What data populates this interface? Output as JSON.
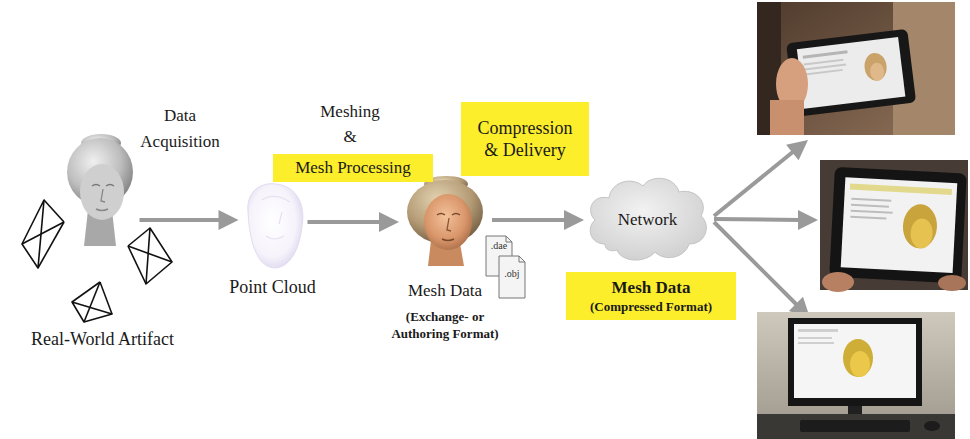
{
  "diagram": {
    "nodes": [
      {
        "text": [
          "Real-World Artifact"
        ]
      },
      {
        "text": [
          "Point Cloud"
        ]
      },
      {
        "text": [
          "Mesh Processing"
        ]
      },
      {
        "text": [
          "Mesh Data",
          "(Exchange- or Authoring Format)"
        ]
      },
      {
        "text": [
          "Compression & Delivery"
        ]
      },
      {
        "text": [
          "Network"
        ]
      },
      {
        "text": [
          "Mesh Data",
          "(Compressed Format)"
        ]
      }
    ],
    "edges": [
      {
        "from": 0,
        "to": 1,
        "arrow": "to"
      },
      {
        "from": 1,
        "to": 3,
        "arrow": "to"
      },
      {
        "from": 3,
        "to": 5,
        "arrow": "to"
      }
    ],
    "labels": [
      "Data Acquisition",
      "Meshing &",
      ".dae",
      ".obj"
    ]
  }
}
